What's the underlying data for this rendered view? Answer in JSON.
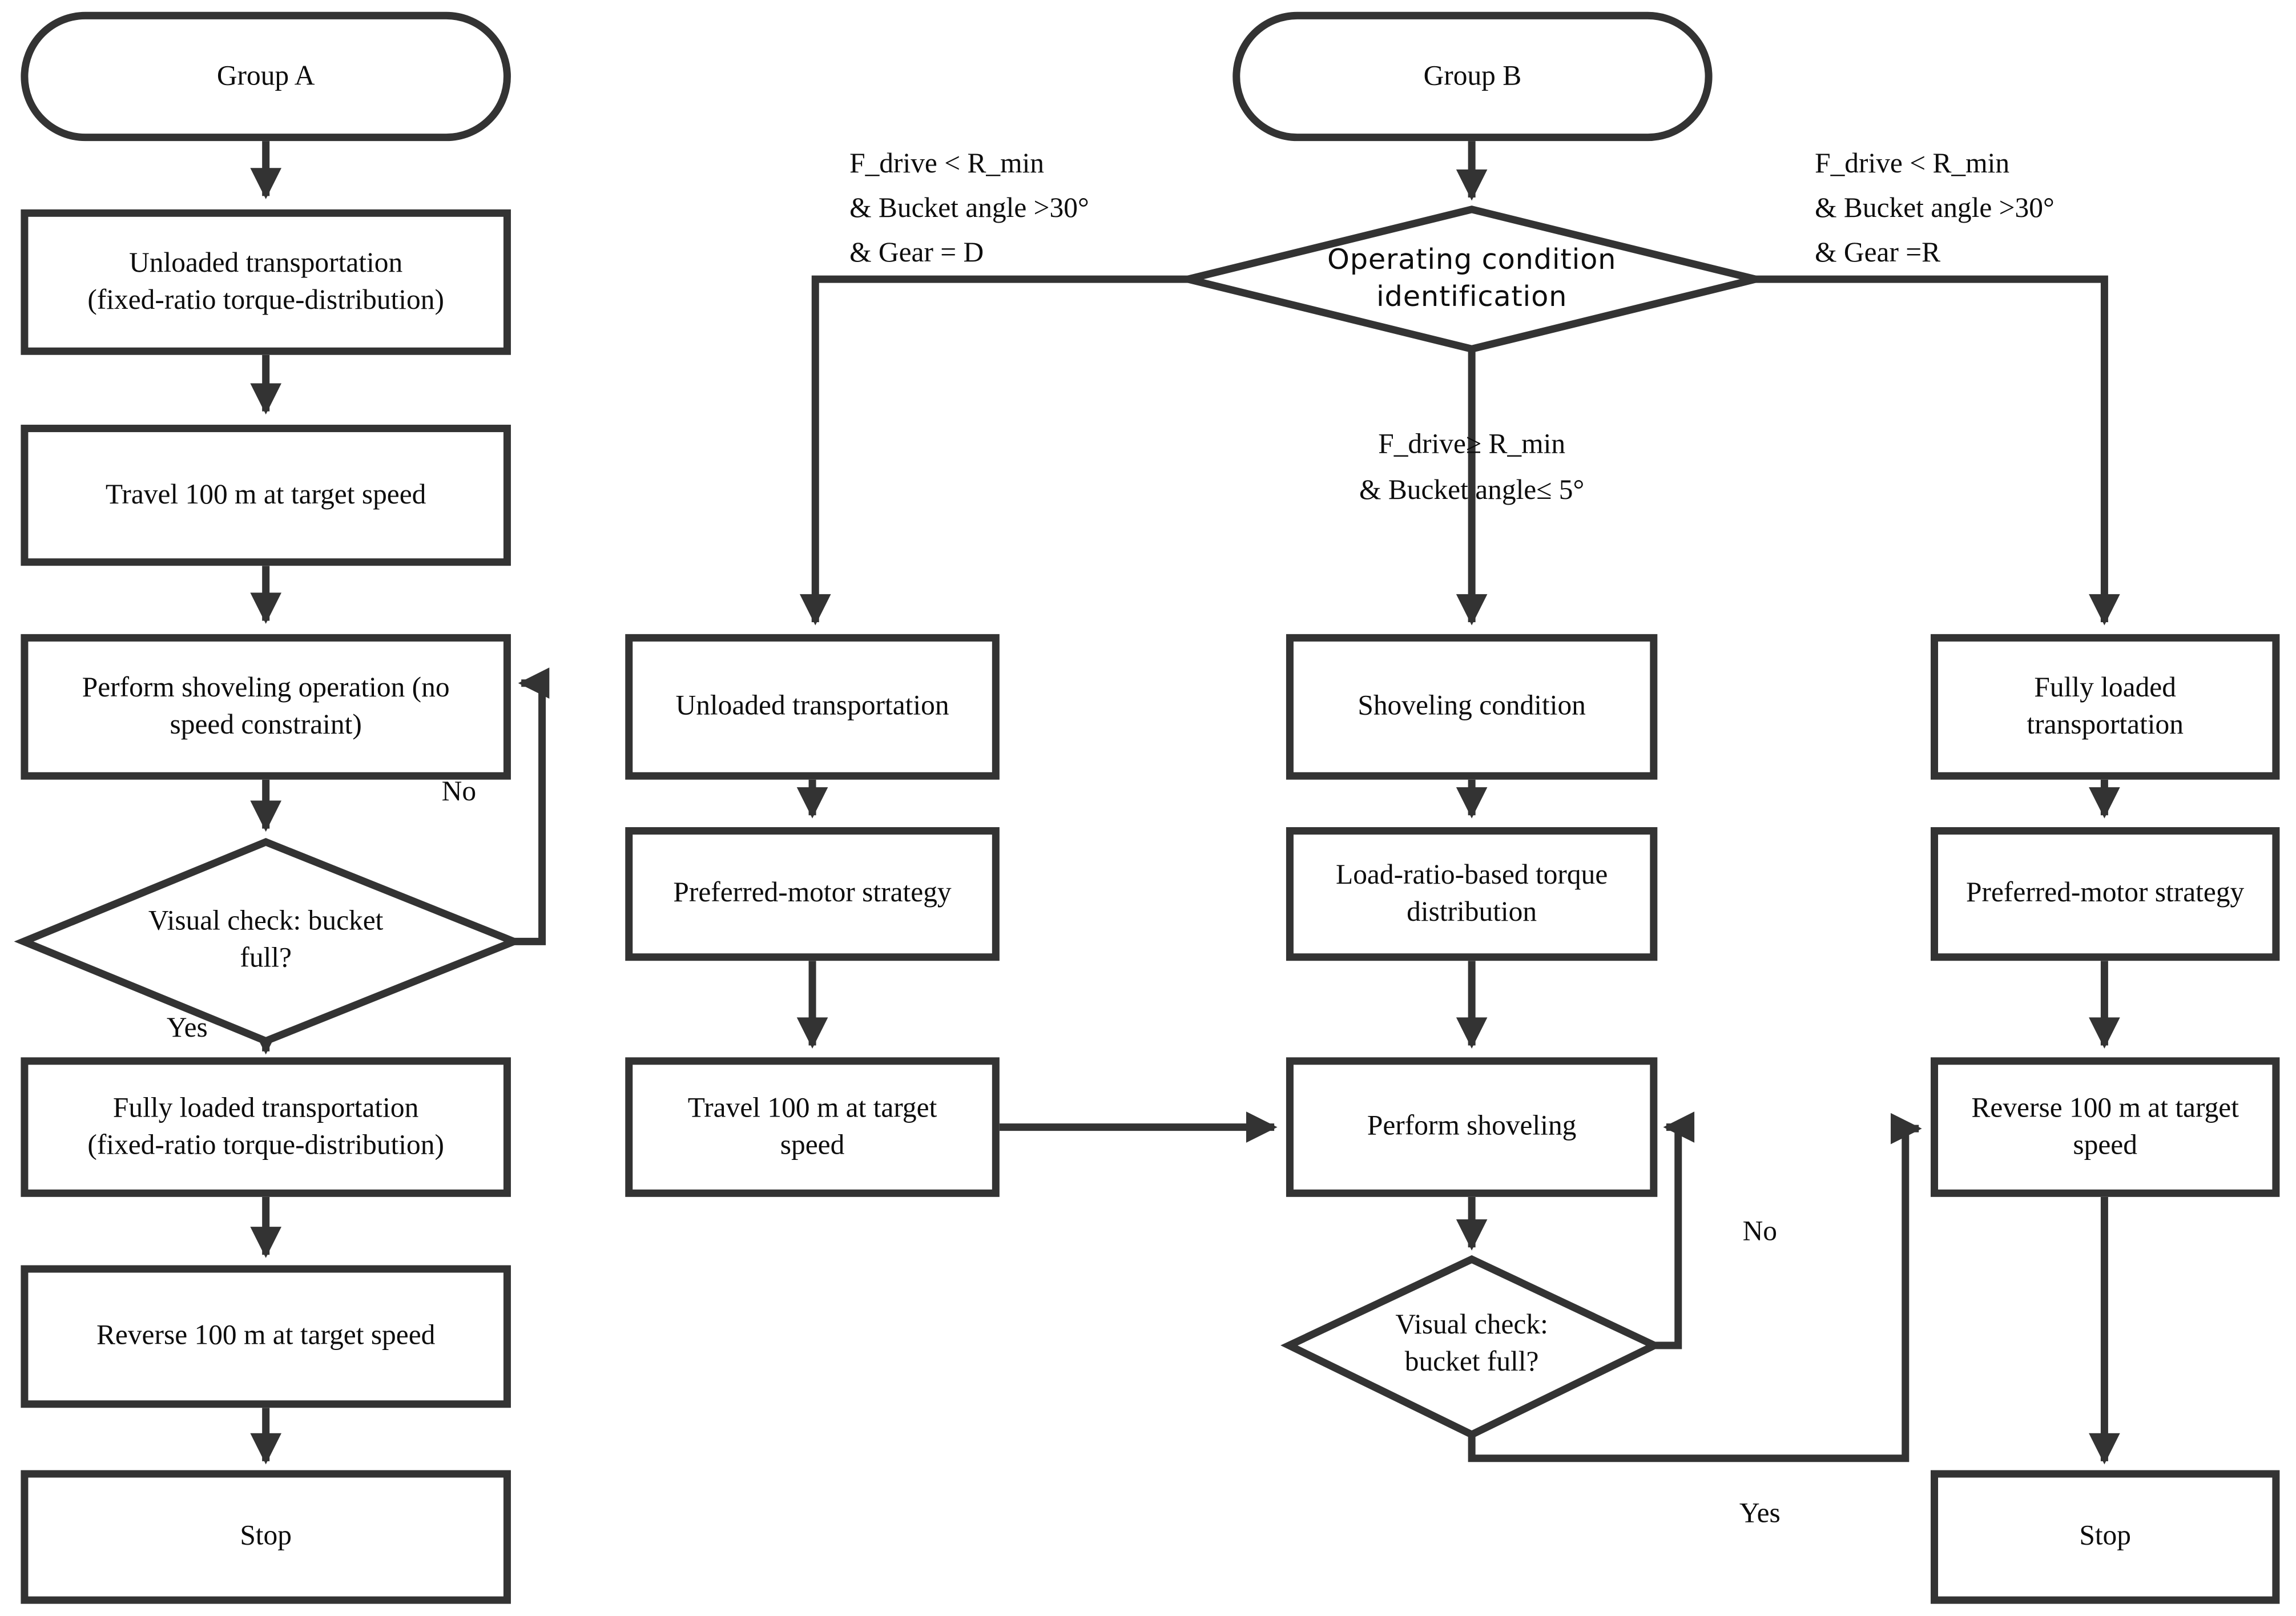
{
  "colors": {
    "stroke": "#333333",
    "text": "#0d0d0d",
    "background": "#ffffff"
  },
  "group_a": {
    "start": "Group A",
    "steps": [
      "Unloaded transportation\n(fixed-ratio torque-distribution)",
      "Travel 100 m at target speed",
      "Perform shoveling operation (no\nspeed constraint)",
      "Fully loaded transportation\n(fixed-ratio torque-distribution)",
      "Reverse 100 m at target speed"
    ],
    "decision": "Visual check: bucket\nfull?",
    "no": "No",
    "yes": "Yes",
    "stop": "Stop"
  },
  "group_b": {
    "start": "Group B",
    "decision": "Operating condition\nidentification",
    "cond_left": "F_drive < R_min\n& Bucket angle >30°\n& Gear = D",
    "cond_mid": "F_drive≥ R_min\n& Bucket angle≤ 5°",
    "cond_right": "F_drive < R_min\n& Bucket angle >30°\n& Gear =R",
    "left_branch": [
      "Unloaded transportation",
      "Preferred-motor strategy",
      "Travel 100 m at target\nspeed"
    ],
    "mid_branch": [
      "Shoveling condition",
      "Load-ratio-based torque\ndistribution",
      "Perform shoveling"
    ],
    "mid_decision": "Visual check:\nbucket full?",
    "right_branch": [
      "Fully loaded\ntransportation",
      "Preferred-motor strategy",
      "Reverse 100 m at target\nspeed"
    ],
    "no": "No",
    "yes": "Yes",
    "stop": "Stop"
  }
}
